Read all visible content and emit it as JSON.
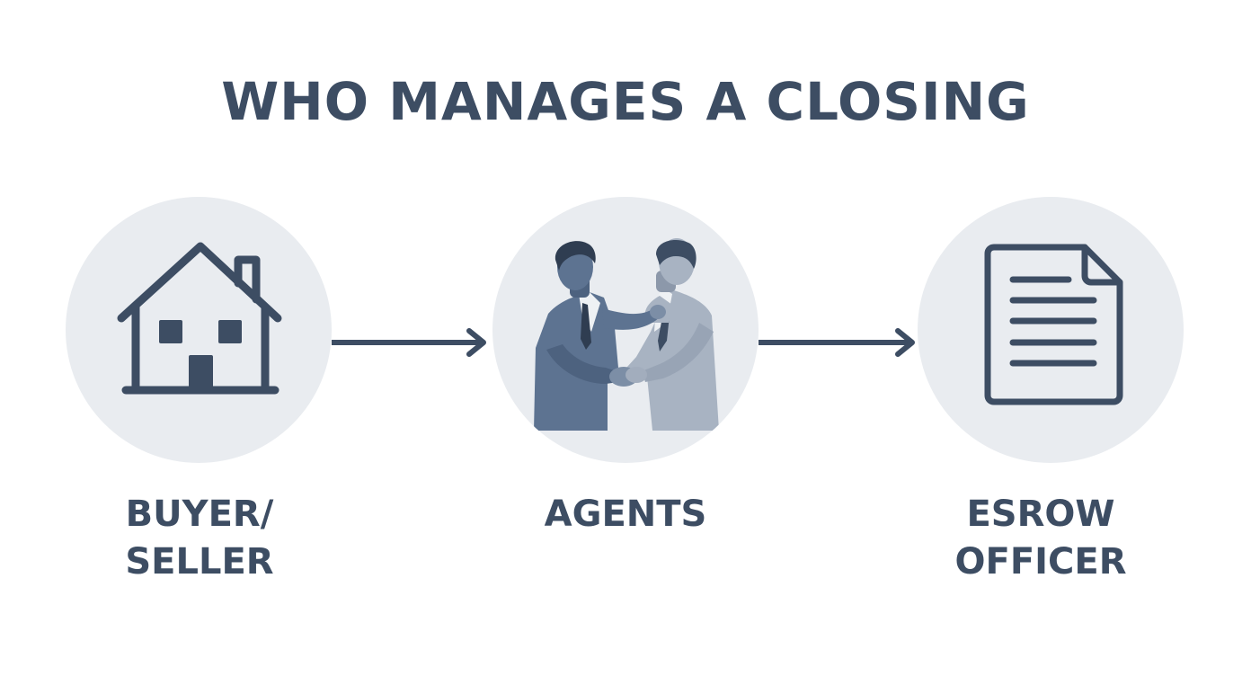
{
  "title": "WHO MANAGES A CLOSING",
  "colors": {
    "ink": "#3d4d63",
    "circle_fill": "#e9ecf0",
    "suit_dark": "#5d7391",
    "suit_light": "#a8b3c2"
  },
  "nodes": [
    {
      "icon": "house-icon",
      "label_lines": [
        "BUYER/",
        "SELLER"
      ]
    },
    {
      "icon": "handshake-agents-icon",
      "label_lines": [
        "AGENTS"
      ]
    },
    {
      "icon": "document-icon",
      "label_lines": [
        "ESROW",
        "OFFICER"
      ]
    }
  ],
  "connectors": [
    {
      "from": "BUYER/ SELLER",
      "to": "AGENTS"
    },
    {
      "from": "AGENTS",
      "to": "ESROW OFFICER"
    }
  ]
}
